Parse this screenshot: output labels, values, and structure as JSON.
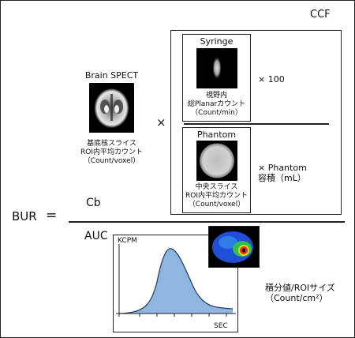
{
  "formula": {
    "bur_label": "BUR",
    "equals": "=",
    "numerator": "Cb",
    "denominator": "AUC",
    "ccf_label": "CCF",
    "times": "×"
  },
  "brain": {
    "title": "Brain SPECT",
    "caption_lines": [
      "基底核スライス",
      "ROI内平均カウント",
      "（Count/voxel）"
    ]
  },
  "syringe": {
    "title": "Syringe",
    "caption_lines": [
      "視野内",
      "総Planarカウント",
      "（Count/min）"
    ],
    "multiplier": "× 100"
  },
  "phantom": {
    "title": "Phantom",
    "caption_lines": [
      "中央スライス",
      "ROI内平均カウント",
      "（Count/voxel）"
    ],
    "multiplier_lines": [
      "× Phantom",
      "容積（mL）"
    ]
  },
  "curve": {
    "ylabel": "KCPM",
    "xlabel": "SEC",
    "caption_lines": [
      "積分値/ROIサイズ",
      "（Count/cm²）"
    ],
    "fill_color": "#8fb6e0",
    "line_color": "#1f3a5f"
  }
}
